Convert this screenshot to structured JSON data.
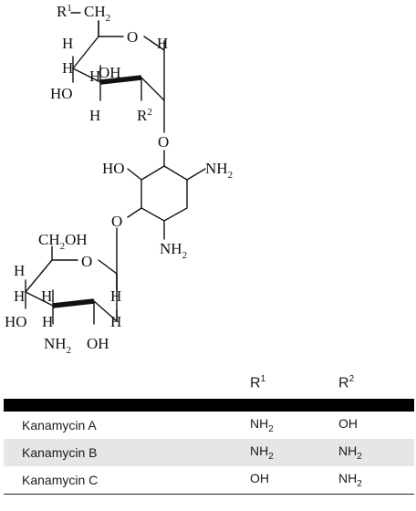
{
  "structure": {
    "top_ring": {
      "r1_ch2": "CH",
      "r1_sub": "2",
      "r1": "R",
      "r1_sup": "1",
      "ring_o": "O",
      "h_tl": "H",
      "h_tr": "H",
      "h_l": "H",
      "h_mid": "H",
      "oh": "OH",
      "ho": "HO",
      "h_bl": "H",
      "r2": "R",
      "r2_sup": "2"
    },
    "linker_o_top": "O",
    "middle_ring": {
      "ho": "HO",
      "nh2_right": "NH",
      "nh2_right_sub": "2",
      "nh2_bottom": "NH",
      "nh2_bottom_sub": "2"
    },
    "linker_o_bottom": "O",
    "bottom_ring": {
      "ch2oh_a": "CH",
      "ch2oh_sub": "2",
      "ch2oh_b": "OH",
      "ring_o": "O",
      "h_tl": "H",
      "h_l": "H",
      "h_mid": "H",
      "h_r": "H",
      "ho": "HO",
      "h_bl": "H",
      "nh2": "NH",
      "nh2_sub": "2",
      "oh": "OH"
    }
  },
  "table": {
    "headers": [
      {
        "base": "",
        "sup": ""
      },
      {
        "base": "R",
        "sup": "1"
      },
      {
        "base": "R",
        "sup": "2"
      }
    ],
    "rows": [
      {
        "name": "Kanamycin A",
        "r1": {
          "base": "NH",
          "sub": "2"
        },
        "r2": {
          "base": "OH",
          "sub": ""
        },
        "shaded": false
      },
      {
        "name": "Kanamycin B",
        "r1": {
          "base": "NH",
          "sub": "2"
        },
        "r2": {
          "base": "NH",
          "sub": "2"
        },
        "shaded": true
      },
      {
        "name": "Kanamycin C",
        "r1": {
          "base": "OH",
          "sub": ""
        },
        "r2": {
          "base": "NH",
          "sub": "2"
        },
        "shaded": false
      }
    ]
  }
}
